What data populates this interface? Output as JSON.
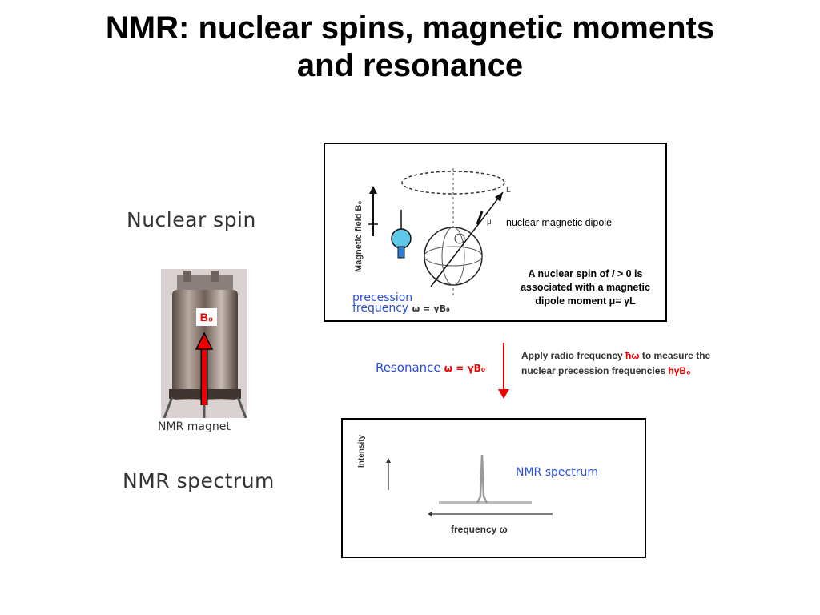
{
  "title": {
    "line1": "NMR: nuclear spins, magnetic moments",
    "line2": "and resonance"
  },
  "left": {
    "nuclear_spin_label": "Nuclear spin",
    "magnet_caption": "NMR magnet",
    "b0_label": "B₀",
    "nmr_spectrum_label": "NMR spectrum"
  },
  "spin_panel": {
    "magnetic_field_label": "Magnetic field B₀",
    "dipole_label": "nuclear magnetic dipole",
    "moment_text_1": "A nuclear spin of ",
    "moment_text_I": "I",
    "moment_text_2": " > 0 is associated with a magnetic dipole moment ",
    "moment_formula": "μ= γL",
    "precession_word1": "precession",
    "precession_word2": "frequency",
    "precession_formula": "ω = γB₀",
    "mu_symbol": "μ",
    "l_symbol": "L"
  },
  "resonance": {
    "label": "Resonance",
    "formula": "ω = γB₀",
    "rf_text_1": "Apply radio frequency ",
    "rf_hw": "ħω",
    "rf_text_2": " to measure the nuclear precession frequencies ",
    "rf_formula": "ħγB₀"
  },
  "spectrum_panel": {
    "intensity_label": "Intensity",
    "frequency_label": "frequency ω",
    "nmr_spectrum_tag": "NMR spectrum"
  },
  "colors": {
    "accent_blue": "#2a4fd6",
    "accent_red": "#e00000",
    "spin_ball": "#5fc8e8"
  }
}
